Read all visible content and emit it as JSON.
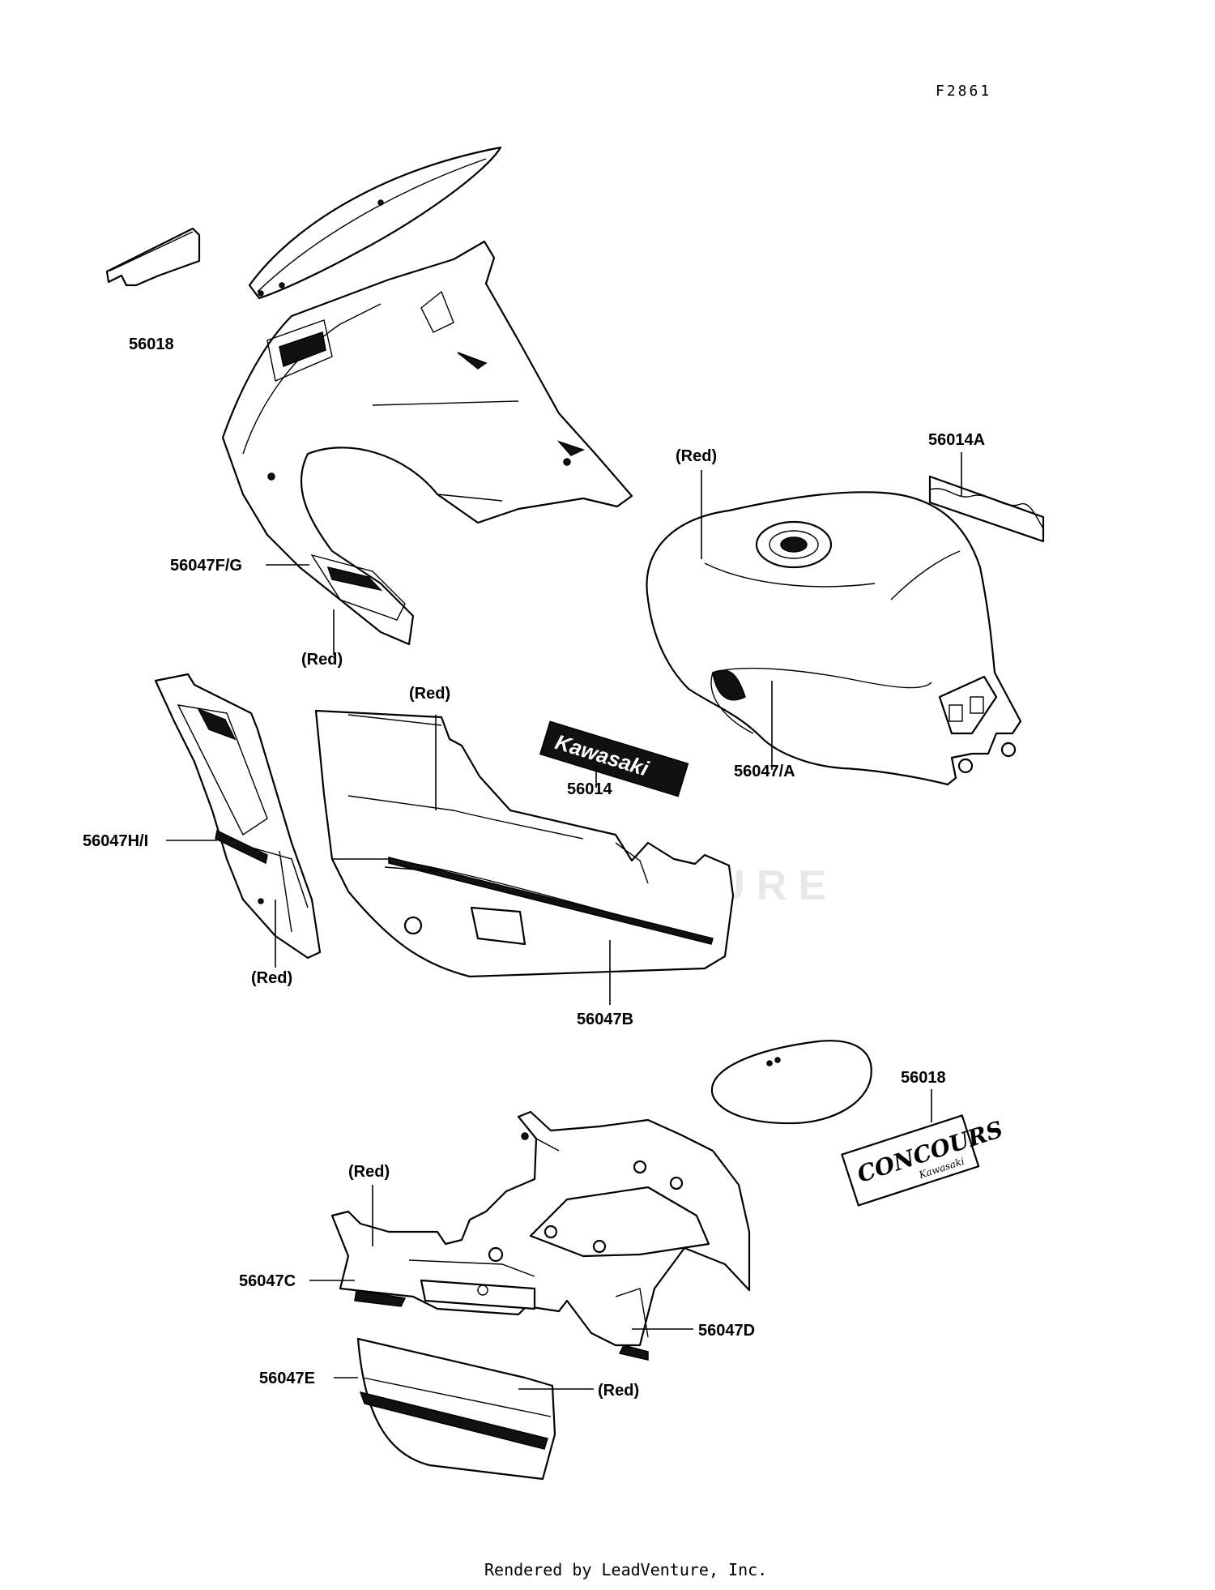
{
  "diagram_code": "F2861",
  "watermark": "LEADVENTURE",
  "footer": "Rendered by LeadVenture, Inc.",
  "callouts": {
    "c56018_top": "56018",
    "c56047fg": "56047F/G",
    "red_fg": "(Red)",
    "red_tank": "(Red)",
    "c56014a": "56014A",
    "red_side": "(Red)",
    "c56014": "56014",
    "c56047a": "56047/A",
    "c56047hi": "56047H/I",
    "red_hi": "(Red)",
    "c56047b": "56047B",
    "c56018_seat": "56018",
    "red_rear": "(Red)",
    "c56047c": "56047C",
    "c56047d": "56047D",
    "c56047e": "56047E",
    "red_e": "(Red)"
  },
  "emblems": {
    "kawasaki": "Kawasaki",
    "concours": "CONCOURS",
    "concours_sub": "Kawasaki"
  }
}
